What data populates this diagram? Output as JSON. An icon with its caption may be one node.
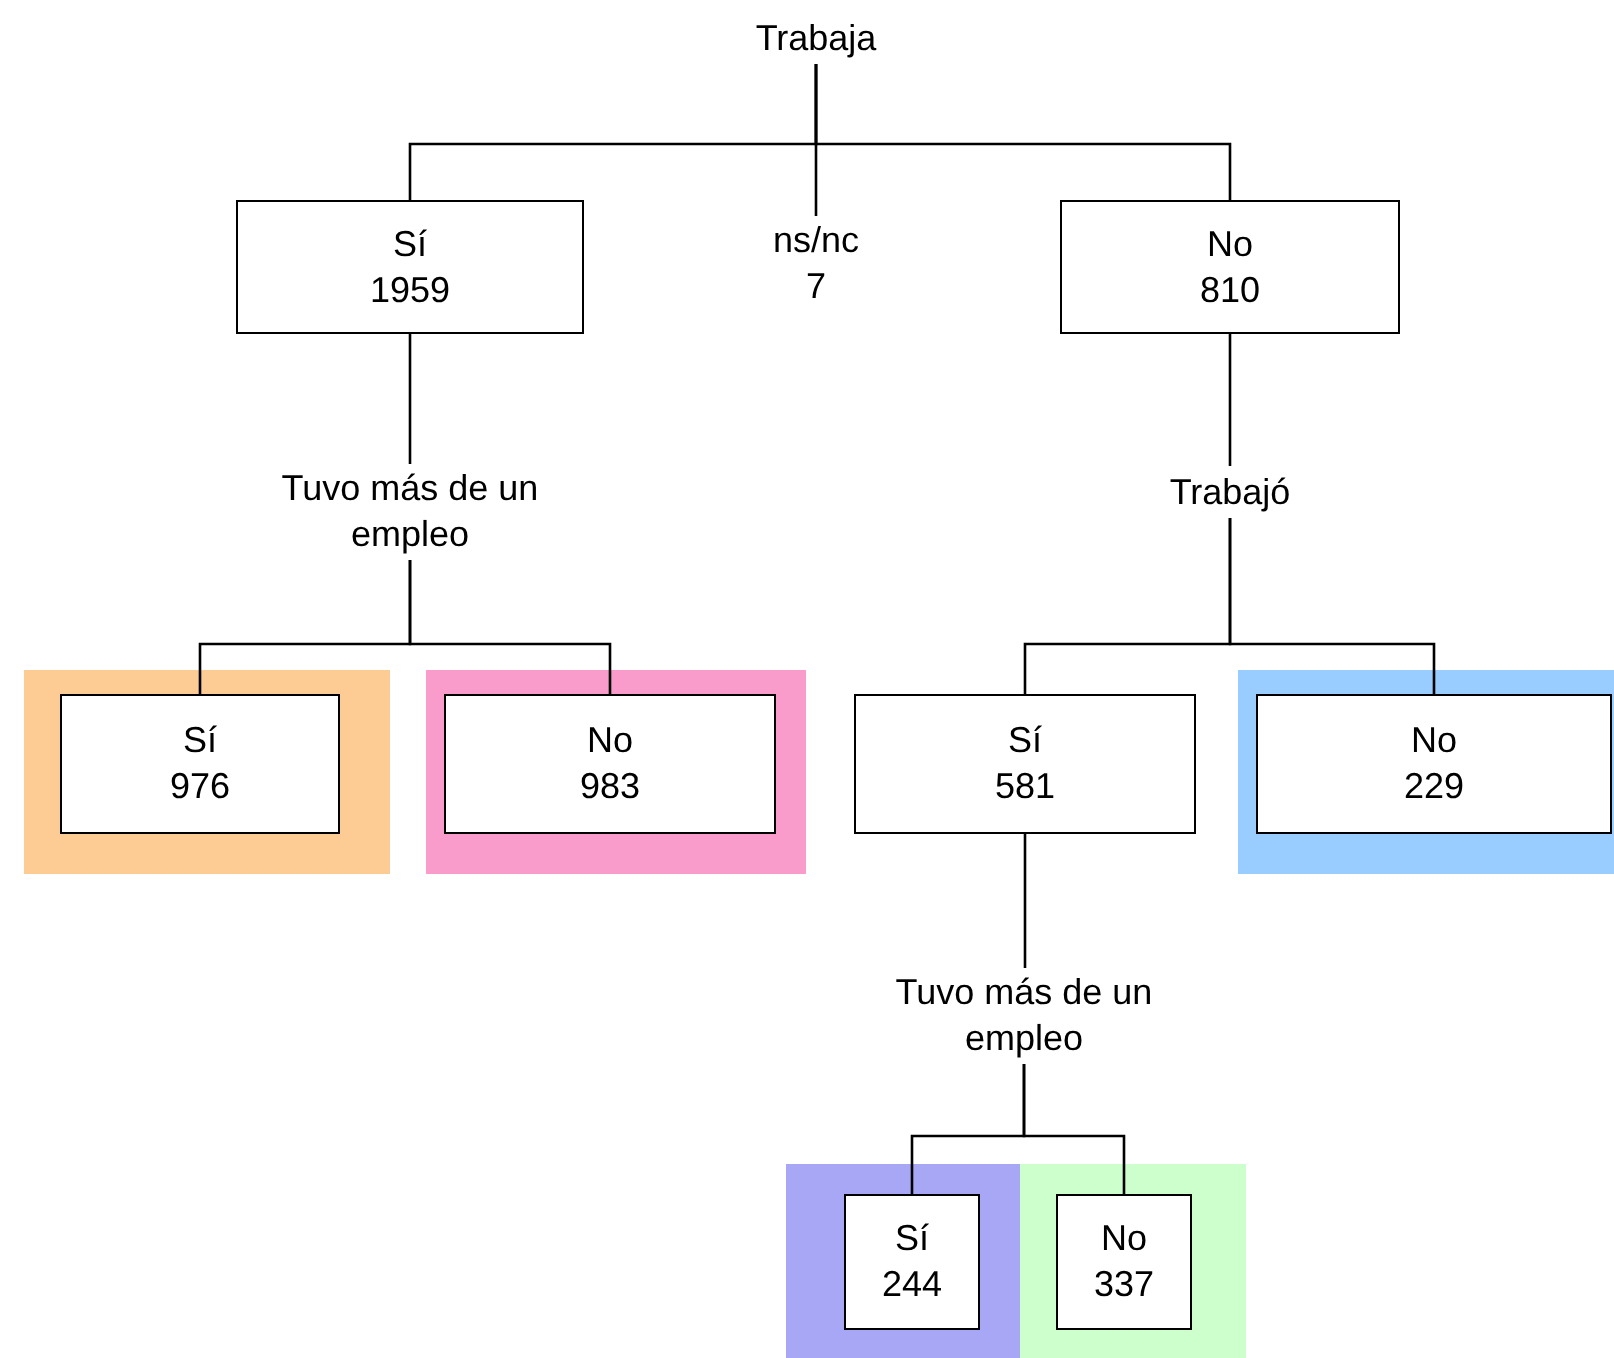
{
  "diagram": {
    "nodes": [
      {
        "text": [
          "Trabaja"
        ]
      },
      {
        "text": [
          "Sí",
          "1959"
        ]
      },
      {
        "text": [
          "ns/nc",
          "7"
        ]
      },
      {
        "text": [
          "No",
          "810"
        ]
      },
      {
        "text": [
          "Tuvo más de un empleo"
        ]
      },
      {
        "text": [
          "Trabajó"
        ]
      },
      {
        "text": [],
        "shape": "box"
      },
      {
        "text": [
          "Sí",
          "976"
        ],
        "in": 6
      },
      {
        "text": [],
        "shape": "box"
      },
      {
        "text": [
          "No",
          "983"
        ],
        "in": 8
      },
      {
        "text": [
          "Sí",
          "581"
        ]
      },
      {
        "text": [],
        "shape": "box"
      },
      {
        "text": [
          "No",
          "229"
        ],
        "in": 11
      },
      {
        "text": [
          "Tuvo más de un empleo"
        ]
      },
      {
        "text": [],
        "shape": "box"
      },
      {
        "text": [
          "Sí",
          "244"
        ],
        "in": 14
      },
      {
        "text": [],
        "shape": "box"
      },
      {
        "text": [
          "No",
          "337"
        ],
        "in": 16
      }
    ],
    "edges": [
      {
        "from": 0,
        "to": 1,
        "arrow": "none"
      },
      {
        "from": 0,
        "to": 2,
        "arrow": "none"
      },
      {
        "from": 0,
        "to": 3,
        "arrow": "none"
      },
      {
        "from": 1,
        "to": 4,
        "arrow": "none"
      },
      {
        "from": 3,
        "to": 5,
        "arrow": "none"
      },
      {
        "from": 4,
        "to": 7,
        "arrow": "none"
      },
      {
        "from": 4,
        "to": 9,
        "arrow": "none"
      },
      {
        "from": 5,
        "to": 10,
        "arrow": "none"
      },
      {
        "from": 5,
        "to": 12,
        "arrow": "none"
      },
      {
        "from": 10,
        "to": 13,
        "arrow": "none"
      },
      {
        "from": 13,
        "to": 15,
        "arrow": "none"
      },
      {
        "from": 13,
        "to": 17,
        "arrow": "none"
      }
    ]
  }
}
